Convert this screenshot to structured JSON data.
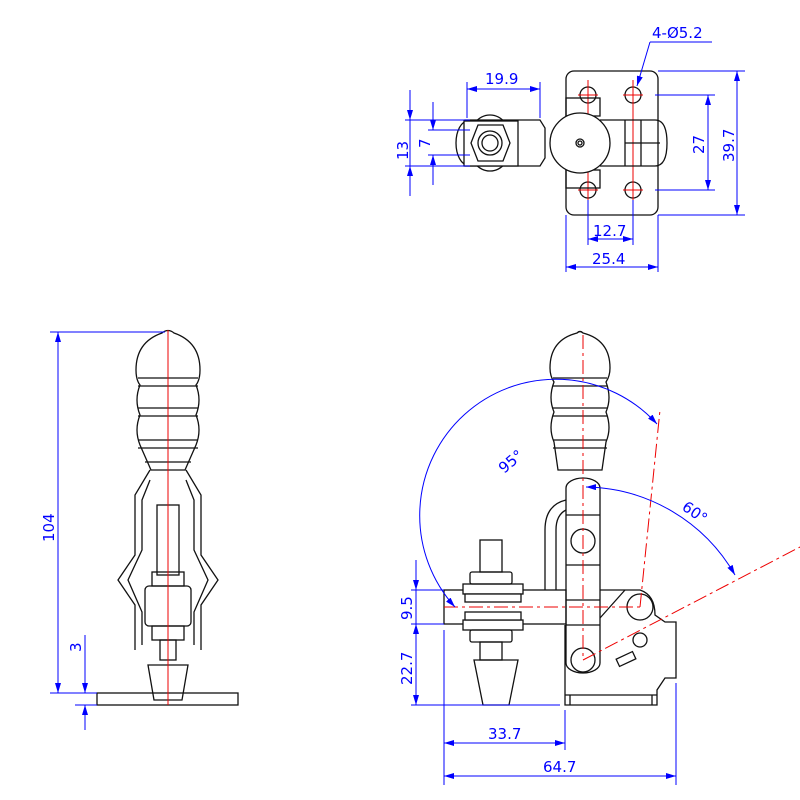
{
  "top_view": {
    "hole_callout": "4-Ø5.2",
    "dim_arm_length": "19.9",
    "dim_outer": "13",
    "dim_inner": "7",
    "dim_hole_spacing_v": "27",
    "dim_plate_height": "39.7",
    "dim_hole_spacing_h": "12.7",
    "dim_plate_width": "25.4"
  },
  "front_view": {
    "dim_total_height": "104",
    "dim_base_thickness": "3"
  },
  "side_view": {
    "dim_arm_thickness": "9.5",
    "dim_arm_height": "22.7",
    "dim_spindle_offset": "33.7",
    "dim_total_length": "64.7",
    "angle_open": "95°",
    "angle_handle": "60°"
  },
  "colors": {
    "outline": "#111111",
    "dimension": "#0000ff",
    "centerline": "#ee0000"
  }
}
